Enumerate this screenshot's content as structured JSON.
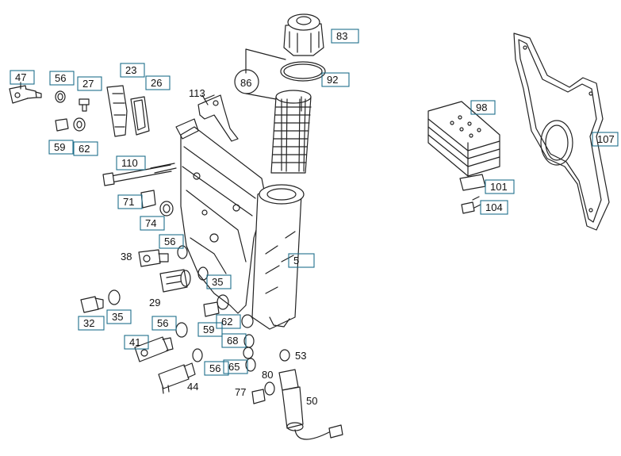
{
  "colors": {
    "callout_border": "#1f6f8b",
    "line_art": "#222222",
    "background": "#ffffff"
  },
  "callouts": [
    {
      "id": "47",
      "boxed": true
    },
    {
      "id": "56",
      "boxed": true
    },
    {
      "id": "27",
      "boxed": true
    },
    {
      "id": "23",
      "boxed": true
    },
    {
      "id": "26",
      "boxed": true
    },
    {
      "id": "59",
      "boxed": true
    },
    {
      "id": "62",
      "boxed": true
    },
    {
      "id": "113",
      "boxed": false
    },
    {
      "id": "83",
      "boxed": true
    },
    {
      "id": "86",
      "boxed": false,
      "circled": true
    },
    {
      "id": "92",
      "boxed": true
    },
    {
      "id": "98",
      "boxed": true
    },
    {
      "id": "107",
      "boxed": true
    },
    {
      "id": "110",
      "boxed": true
    },
    {
      "id": "71",
      "boxed": true
    },
    {
      "id": "74",
      "boxed": true
    },
    {
      "id": "101",
      "boxed": true
    },
    {
      "id": "104",
      "boxed": true
    },
    {
      "id": "56",
      "boxed": true
    },
    {
      "id": "38",
      "boxed": false
    },
    {
      "id": "5",
      "boxed": true
    },
    {
      "id": "35",
      "boxed": true
    },
    {
      "id": "29",
      "boxed": false
    },
    {
      "id": "32",
      "boxed": true
    },
    {
      "id": "35",
      "boxed": true
    },
    {
      "id": "56",
      "boxed": true
    },
    {
      "id": "59",
      "boxed": true
    },
    {
      "id": "62",
      "boxed": true
    },
    {
      "id": "41",
      "boxed": true
    },
    {
      "id": "68",
      "boxed": true
    },
    {
      "id": "53",
      "boxed": false
    },
    {
      "id": "56",
      "boxed": true
    },
    {
      "id": "65",
      "boxed": true
    },
    {
      "id": "44",
      "boxed": false
    },
    {
      "id": "80",
      "boxed": false
    },
    {
      "id": "77",
      "boxed": false
    },
    {
      "id": "50",
      "boxed": false
    }
  ]
}
